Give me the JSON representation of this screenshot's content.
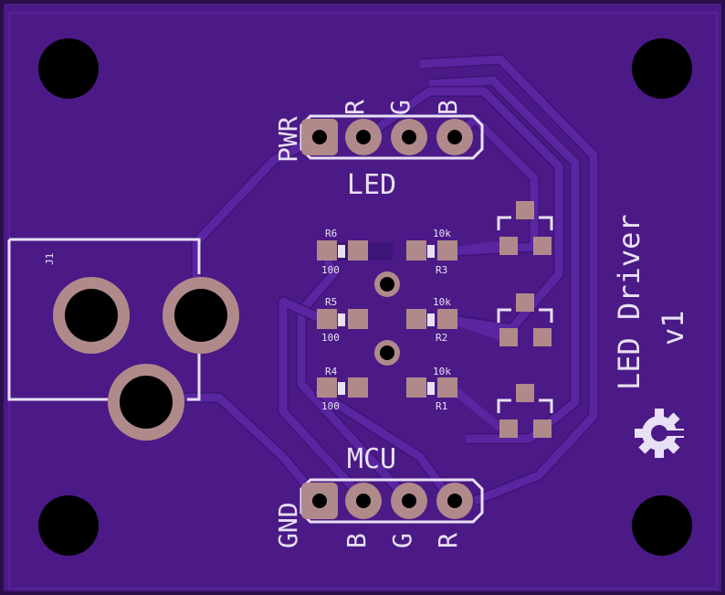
{
  "board": {
    "colors": {
      "substrate": "#4b1a86",
      "edge": "#3a1370",
      "trace": "#5a25a0",
      "trace_edge": "#3d1478",
      "silk": "#e8e0f5",
      "copper": "#b08a8a",
      "hole": "#000000"
    },
    "title_line1": "LED Driver",
    "title_line2": "v1",
    "logo_icon": "open-hardware-gear-icon"
  },
  "headers": {
    "top": {
      "label": "LED",
      "pins": [
        "PWR",
        "R",
        "G",
        "B"
      ]
    },
    "bottom": {
      "label": "MCU",
      "pins": [
        "GND",
        "B",
        "G",
        "R"
      ]
    }
  },
  "jack": {
    "ref": "J1"
  },
  "resistors": [
    {
      "ref": "R6",
      "value": "100"
    },
    {
      "ref": "R3",
      "value": "10k"
    },
    {
      "ref": "R5",
      "value": "100"
    },
    {
      "ref": "R2",
      "value": "10k"
    },
    {
      "ref": "R4",
      "value": "100"
    },
    {
      "ref": "R1",
      "value": "10k"
    }
  ]
}
